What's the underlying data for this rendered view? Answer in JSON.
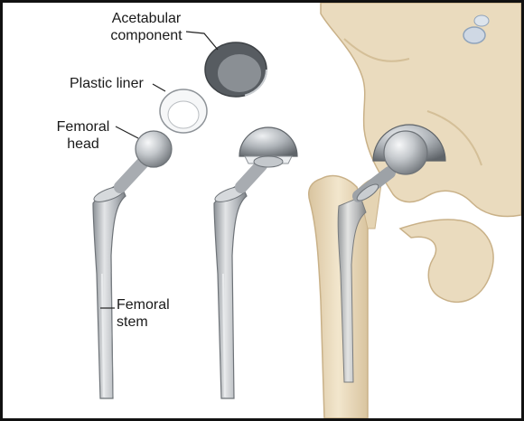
{
  "labels": {
    "acetabular_component": [
      "Acetabular",
      "component"
    ],
    "plastic_liner": "Plastic liner",
    "femoral_head": [
      "Femoral",
      "head"
    ],
    "femoral_stem": [
      "Femoral",
      "stem"
    ]
  },
  "colors": {
    "bone": "#eadbbe",
    "bone_shadow": "#d4bf98",
    "metal": "#b8bcc1",
    "metal_dark": "#6e7378",
    "liner": "#f3f5f6",
    "frame": "#111111"
  }
}
